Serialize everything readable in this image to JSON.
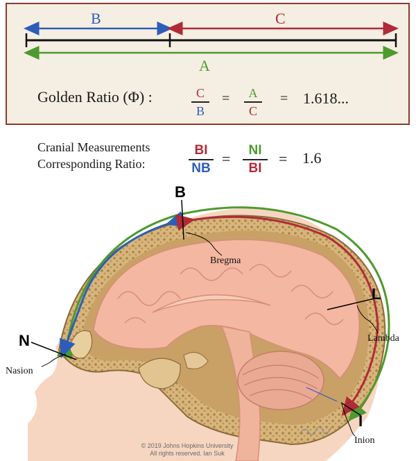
{
  "colors": {
    "blue": "#2d5db8",
    "red": "#b02a37",
    "green": "#4d9a2e",
    "frame": "#8b3a2a",
    "box_bg": "#f5eee2"
  },
  "golden": {
    "label_b": "B",
    "label_c": "C",
    "label_a": "A",
    "title": "Golden Ratio (Φ) :",
    "f1_num": "C",
    "f1_den": "B",
    "eq1": "=",
    "f2_num": "A",
    "f2_den": "C",
    "eq2": "=",
    "value": "1.618..."
  },
  "cranial": {
    "line1": "Cranial Measurements",
    "line2": "Corresponding Ratio:",
    "f1_num": "BI",
    "f1_den": "NB",
    "eq1": "=",
    "f2_num": "NI",
    "f2_den": "BI",
    "eq2": "=",
    "value": "1.6"
  },
  "points": {
    "b": "B",
    "l": "L",
    "n": "N",
    "i": "I"
  },
  "anatomy": {
    "bregma": "Bregma",
    "lambda": "Lambda",
    "nasion": "Nasion",
    "inion": "Inion"
  },
  "copyright": {
    "line1": "© 2019 Johns Hopkins University",
    "line2": "All rights reserved. Ian Suk"
  },
  "signature": "Suk"
}
